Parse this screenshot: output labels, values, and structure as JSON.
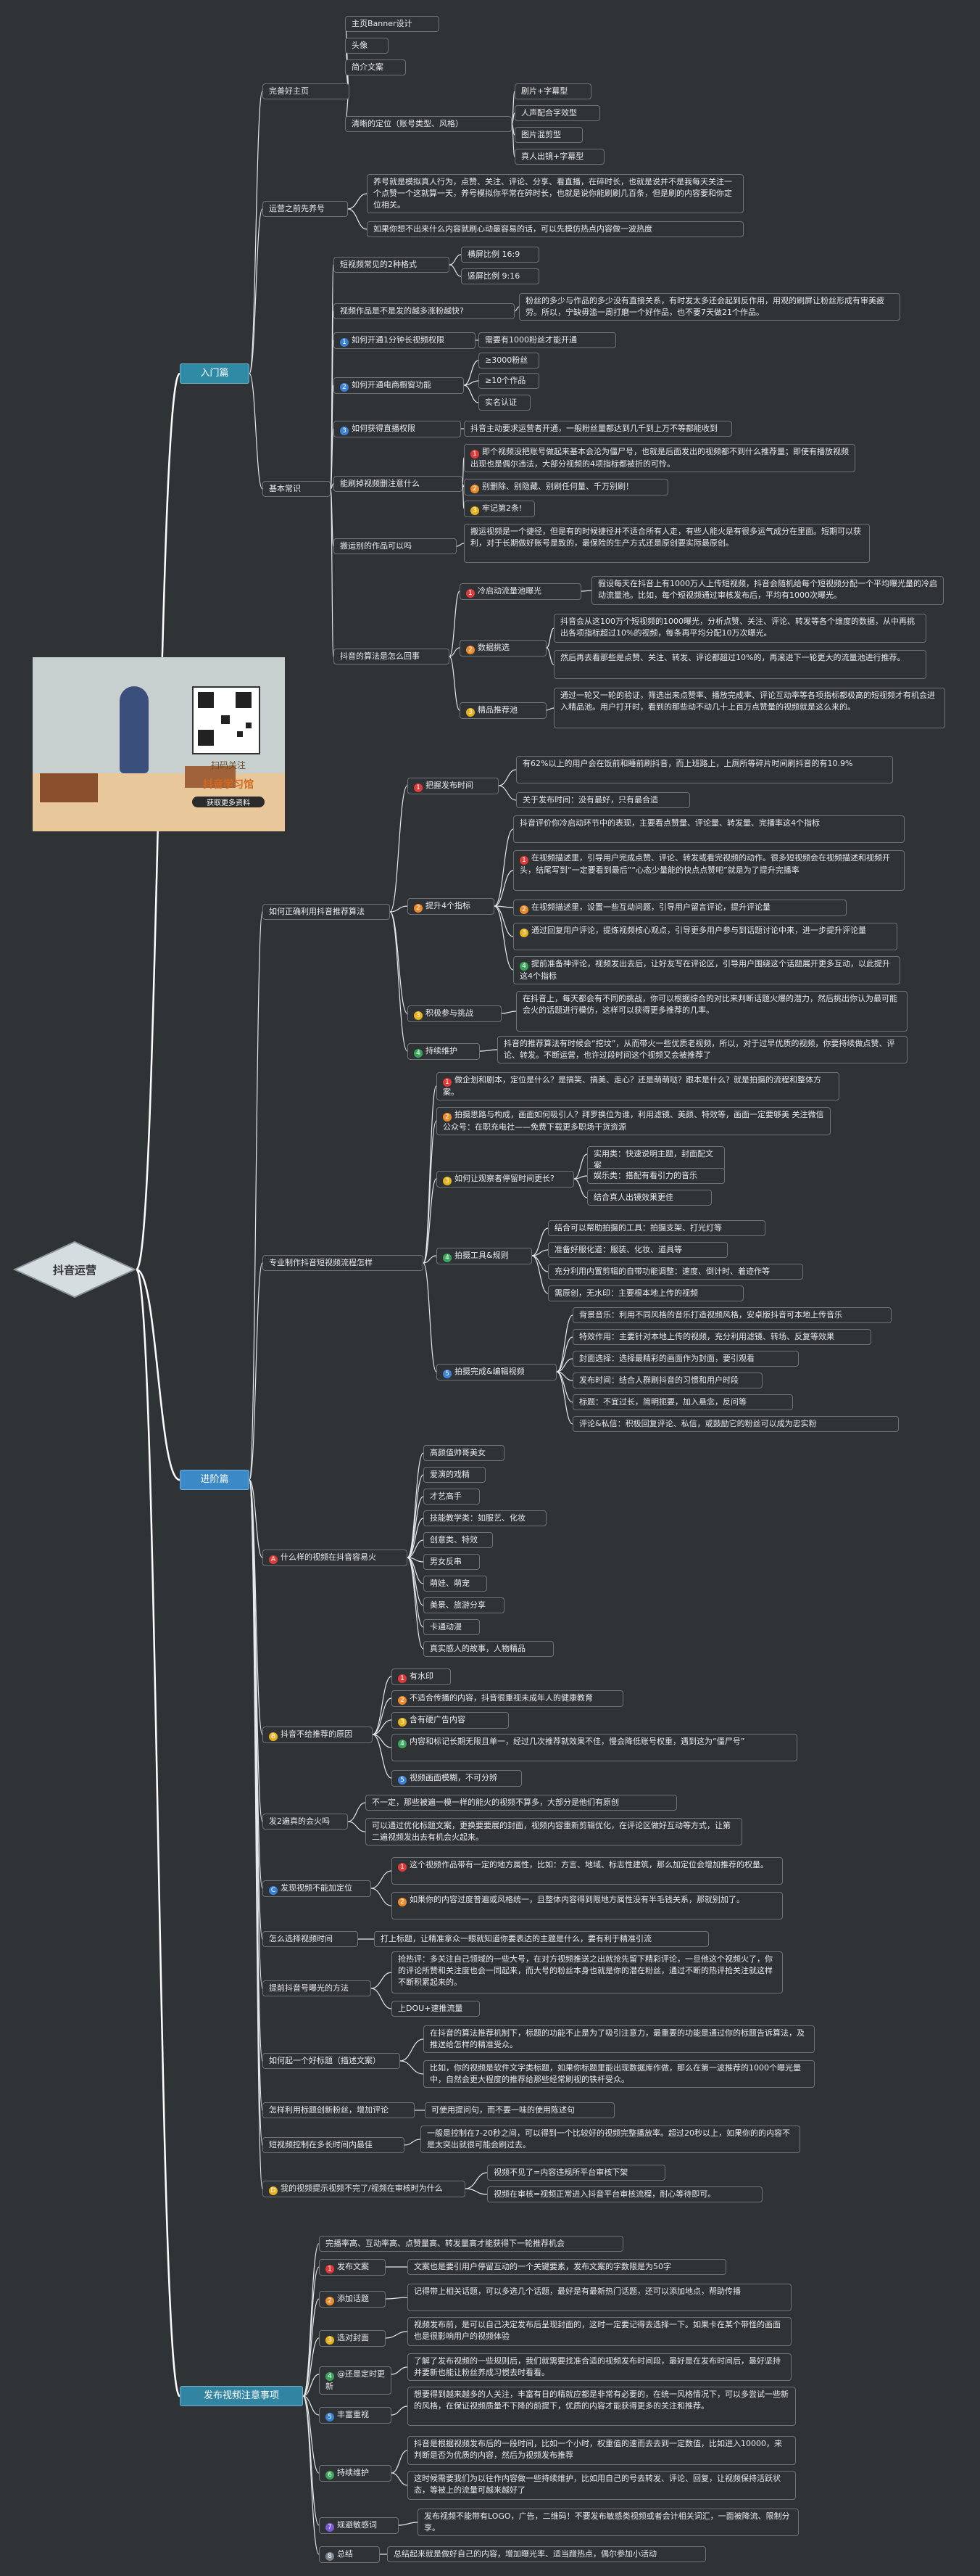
{
  "root": "抖音运营",
  "poster": {
    "cap1": "扫码关注",
    "cap2": "抖音学习馆",
    "cap3": "获取更多资料"
  },
  "branches": {
    "rumen": "入门篇",
    "jinjie": "进阶篇",
    "fabu": "发布视频注意事项"
  },
  "rumen": {
    "g1": "完善好主页",
    "g1a": "主页Banner设计",
    "g1b": "头像",
    "g1c": "简介文案",
    "g1d": "清晰的定位（账号类型、风格）",
    "g1d1": "剧片+字幕型",
    "g1d2": "人声配合字效型",
    "g1d3": "图片混剪型",
    "g1d4": "真人出镜+字幕型",
    "g2": "运营之前先养号",
    "g2a": "养号就是模拟真人行为，点赞、关注、评论、分享、看直播，在碎时长，也就是说并不是我每天关注一个点赞一个这就算一天，养号模拟你平常在碎时长，也就是说你能刷刷几百条，但是刷的内容要和你定位相关。",
    "g2b": "如果你想不出来什么内容就刷心动最容易的话，可以先模仿热点内容做一波热度",
    "g3": "基本常识",
    "g3a": "短视频常见的2种格式",
    "g3a1": "横屏比例 16:9",
    "g3a2": "竖屏比例 9:16",
    "g3b": "视频作品是不是发的越多涨粉越快?",
    "g3b1": "粉丝的多少与作品的多少没有直接关系，有时发太多还会起到反作用，用观的刷屏让粉丝形成有审美疲劳。所以，宁缺毋滥一周打磨一个好作品，也不要7天做21个作品。",
    "g3c": "如何开通1分钟长视频权限",
    "g3c1": "需要有1000粉丝才能开通",
    "g3d": "如何开通电商橱窗功能",
    "g3d1": "≥3000粉丝",
    "g3d2": "≥10个作品",
    "g3d3": "实名认证",
    "g3e": "如何获得直播权限",
    "g3e1": "抖音主动要求运营者开通，一般粉丝量都达到几千到上万不等都能收到",
    "g3f": "能刷掉视频删注意什么",
    "g3f1": "即个视频没把账号做起来基本会沦为僵尸号，也就是后面发出的视频都不到什么推荐量；即使有播放视频出现也是偶尔违法，大部分视频的4项指标都被折的可怜。",
    "g3f2": "别删除、别隐藏、别刷任何量、千万别刷！",
    "g3f3": "牢记第2条!",
    "g3g": "搬运别的作品可以吗",
    "g3g1": "搬运视频是一个捷径，但是有的时候捷径并不适合所有人走，有些人能火是有很多运气成分在里面。短期可以获利，对于长期做好账号是致的，最保险的生产方式还是原创要实际最原创。",
    "g3h": "抖音的算法是怎么回事",
    "g3h1": "冷启动流量池曝光",
    "g3h1a": "假设每天在抖音上有1000万人上传短视频，抖音会随机给每个短视频分配一个平均曝光量的冷启动流量池。比如，每个短视频通过审核发布后，平均有1000次曝光。",
    "g3h2": "数据挑选",
    "g3h2a": "抖音会从这100万个短视频的1000曝光，分析点赞、关注、评论、转发等各个维度的数据，从中再挑出各项指标超过10%的视频，每条再平均分配10万次曝光。",
    "g3h2b": "然后再去看那些是点赞、关注、转发、评论都超过10%的，再滚进下一轮更大的流量池进行推荐。",
    "g3h3": "精品推荐池",
    "g3h3a": "通过一轮又一轮的验证，筛选出来点赞率、播放完成率、评论互动率等各项指标都极高的短视频才有机会进入精品池。用户打开时，看到的那些动不动几十上百万点赞量的视频就是这么来的。"
  },
  "jinjie": {
    "p1": "如何正确利用抖音推荐算法",
    "p1a": "把握发布时间",
    "p1a1": "有62%以上的用户会在饭前和睡前刷抖音，而上班路上，上厕所等碎片时间刷抖音的有10.9%",
    "p1a2": "关于发布时间：没有最好，只有最合适",
    "p1b": "提升4个指标",
    "p1b0": "抖音评价你冷启动环节中的表现，主要看点赞量、评论量、转发量、完播率这4个指标",
    "p1b1": "在视频描述里，引导用户完成点赞、评论、转发或看完视频的动作。很多短视频会在视频描述和视频开头，结尾写到“一定要看到最后”“心态少量能的快点点赞吧”就是为了提升完播率",
    "p1b2": "在视频描述里，设置一些互动问题，引导用户留言评论，提升评论量",
    "p1b3": "通过回复用户评论，提炼视频核心观点，引导更多用户参与到话题讨论中来，进一步提升评论量",
    "p1b4": "提前准备神评论，视频发出去后，让好友写在评论区，引导用户围绕这个话题展开更多互动，以此提升这4个指标",
    "p1c": "积极参与挑战",
    "p1c1": "在抖音上，每天都会有不同的挑战，你可以根据综合的对比来判断话题火爆的潜力，然后挑出你认为最可能会火的话题进行模仿，这样可以获得更多推荐的几率。",
    "p1d": "持续维护",
    "p1d1": "抖音的推荐算法有时候会“挖坟”，从而带火一些优质老视频，所以，对于过早优质的视频，你要持续做点赞、评论、转发。不断运营，也许过段时间这个视频又会被推荐了",
    "p2": "专业制作抖音短视频流程怎样",
    "p2a": "做企划和剧本，定位是什么？是搞笑、搞美、走心？还是萌萌哒？跟本是什么？就是拍摄的流程和整体方案。",
    "p2b": "拍摄思路与构成，画面如何吸引人？拜罗换位为谁，利用滤镜、美颜、特效等，画面一定要够美    关注微信公众号：在职充电社——免费下载更多职场干货资源",
    "p2c": "如何让观察者停留时间更长?",
    "p2c1": "实用类：快速说明主题，封面配文案",
    "p2c2": "娱乐类：搭配有看引力的音乐",
    "p2c3": "结合真人出镜效果更佳",
    "p2d": "拍摄工具&规则",
    "p2d1": "结合可以帮助拍摄的工具：拍摄支架、打光灯等",
    "p2d2": "准备好服化道：服装、化妆、道具等",
    "p2d3": "充分利用内置剪辑的自带功能调整：速度、倒计时、着迹作等",
    "p2d4": "需原创，无水印：主要根本地上传的视频",
    "p2e": "拍摄完成&编辑视频",
    "p2e1": "背景音乐：利用不同风格的音乐打造视频风格，安卓版抖音可本地上传音乐",
    "p2e2": "特效作用：主要针对本地上传的视频，充分利用滤镜、转场、反复等效果",
    "p2e3": "封面选择：选择最精彩的画面作为封面，要引观看",
    "p2e4": "发布时间：结合人群刷抖音的习惯和用户时段",
    "p2e5": "标题：不宜过长，简明扼要，加入悬念，反问等",
    "p2e6": "评论&私信：积极回复评论、私信，或鼓励它的粉丝可以成为忠实粉",
    "p3": "什么样的视频在抖音容易火",
    "p3a": "高颜值帅哥美女",
    "p3b": "爱演的戏精",
    "p3c": "才艺高手",
    "p3d": "技能教学类：如服艺、化妆",
    "p3e": "创意类、特效",
    "p3f": "男女反串",
    "p3g": "萌娃、萌宠",
    "p3h": "美景、旅游分享",
    "p3i": "卡通动漫",
    "p3j": "真实感人的故事，人物精品",
    "p4": "抖音不给推荐的原因",
    "p4a": "有水印",
    "p4b": "不适合传播的内容，抖音很重视未成年人的健康教育",
    "p4c": "含有硬广告内容",
    "p4d": "内容和标记长期无限且单一，经过几次推荐就效果不佳，慢会降低账号权重，遇到这为“僵尸号”",
    "p4e": "视频画面模糊，不可分辨",
    "p5": "发2遍真的会火吗",
    "p5a": "不一定，那些被遍一模一样的能火的视频不算多，大部分是他们有原创",
    "p5b": "可以通过优化标题文案，更换要要展的封面，视频内容重新剪辑优化，在评论区做好互动等方式，让第二遍视频发出去有机会火起来。",
    "p6": "发现视频不能加定位",
    "p6a": "这个视频作品带有一定的地方属性，比如：方言、地域、标志性建筑，那么加定位会增加推荐的权量。",
    "p6b": "如果你的内容过度普遍或风格统一，且整体内容得到限地方属性没有半毛钱关系，那就别加了。",
    "p7": "怎么选择视频时间",
    "p7a": "打上标题，让精准拿众一眼就知道你要表达的主题是什么，要有利于精准引流",
    "p8": "提前抖音号曝光的方法",
    "p8a": "抢热评：多关注自己领域的一些大号，在对方视频推送之出就抢先留下精彩评论，一旦他这个视频火了，你的评论所赞和关注度也会一同起来，而大号的粉丝本身也就是你的潜在粉丝，通过不断的热评抢关注就这样不断积累起来的。",
    "p8b": "上DOU+速推流量",
    "p9": "如何起一个好标题（描述文案）",
    "p9a": "在抖音的算法推荐机制下，标题的功能不止是为了吸引注意力，最重要的功能是通过你的标题告诉算法，及推送给怎样的精准受众。",
    "p9b": "比如，你的视频是软件文字类标题，如果你标题里能出现数据库作做，那么在第一波推荐的1000个曝光量中，自然会更大程度的推荐给那些经常刷视的铁杆受众。",
    "p10": "怎样利用标题创新粉丝，增加评论",
    "p10a": "可使用提问句，而不要一味的使用陈述句",
    "p11": "短视频控制在多长时间内最佳",
    "p11a": "一般是控制在7-20秒之间，可以得到一个比较好的视频完整播放率。超过20秒以上，如果你的的内容不是太突出就很可能会刷过去。",
    "p12": "我的视频提示视频不完了/视频在审核时为什么",
    "p12a": "视频不见了=内容违规所平台审核下架",
    "p12b": "视频在审核=视频正常进入抖音平台审核流程，耐心等待即可。"
  },
  "fabu": {
    "f1": "完播率高、互动率高、点赞量高、转发量高才能获得下一轮推荐机会",
    "f2": "发布文案",
    "f2a": "文案也是要引用户停留互动的一个关键要素，发布文案的字数限是为50字",
    "f3": "添加话题",
    "f3a": "记得带上相关话题，可以多选几个话题，最好是有最新热门话题，还可以添加地点，帮助传播",
    "f4": "选对封面",
    "f4a": "视频发布前，是可以自己决定发布后呈现封面的，这时一定要记得去选择一下。如果卡在某个带怪的画面也是很影响用户的视频体验",
    "f5": "@还是定时更新",
    "f5a": "了解了发布视频的一些规则后，我们就需要找准合适的视频发布时间段，最好是在发布时间后，最好坚持并要新也能让粉丝养成习惯去时看看。",
    "f6": "丰富重视",
    "f6a": "想要得到越来越多的人关注，丰富有日的精就应都是非常有必要的，在统一风格情况下，可以多尝试一些新的风格，在保证视频质量不下降的前提下，优质的内容才能获得更多的关注和推荐。",
    "f7": "持续维护",
    "f7a": "抖音是根据视频发布后的一段时间，比如一个小时，权重值的速而去去到一定数值，比如进入10000，来判断是否为优质的内容，然后为视频发布推荐",
    "f7b": "这时候需要我们为以往作内容做一些持续维护，比如用自己的号去转发、评论、回复，让视频保持活跃状态，等被上的流量可越来越好了",
    "f8": "规避敏感词",
    "f8a": "发布视频不能带有LOGO，广告，二维码！不要发布敏感类视频或者会计相关词汇，一面被降流、限制分享。",
    "f9": "总结",
    "f9a": "总结起来就是做好自己的内容，增加曝光率、适当蹭热点，偶尔参加小活动"
  }
}
